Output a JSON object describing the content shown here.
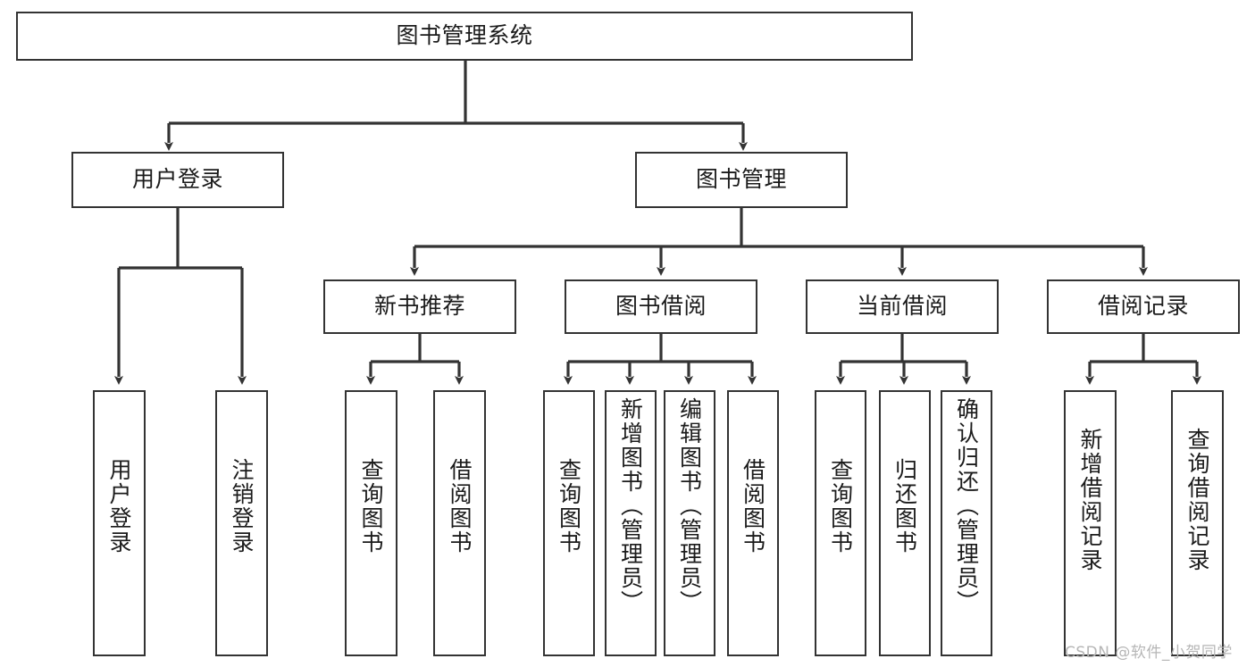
{
  "diagram": {
    "title": "图书管理系统",
    "type": "tree",
    "root": {
      "id": "root",
      "label": "图书管理系统"
    },
    "level2": [
      {
        "id": "user-login",
        "label": "用户登录"
      },
      {
        "id": "book-manage",
        "label": "图书管理"
      }
    ],
    "level3": [
      {
        "id": "new-book-rec",
        "label": "新书推荐",
        "parent": "book-manage"
      },
      {
        "id": "book-borrow",
        "label": "图书借阅",
        "parent": "book-manage"
      },
      {
        "id": "current-borrow",
        "label": "当前借阅",
        "parent": "book-manage"
      },
      {
        "id": "borrow-record",
        "label": "借阅记录",
        "parent": "book-manage"
      }
    ],
    "leaves": [
      {
        "id": "leaf-user-login",
        "label": "用户登录",
        "parent": "user-login"
      },
      {
        "id": "leaf-logout",
        "label": "注销登录",
        "parent": "user-login"
      },
      {
        "id": "leaf-query-book-1",
        "label": "查询图书",
        "parent": "new-book-rec"
      },
      {
        "id": "leaf-borrow-book-1",
        "label": "借阅图书",
        "parent": "new-book-rec"
      },
      {
        "id": "leaf-query-book-2",
        "label": "查询图书",
        "parent": "book-borrow"
      },
      {
        "id": "leaf-add-book",
        "label": "新增图书（管理员）",
        "parent": "book-borrow"
      },
      {
        "id": "leaf-edit-book",
        "label": "编辑图书（管理员）",
        "parent": "book-borrow"
      },
      {
        "id": "leaf-borrow-book-2",
        "label": "借阅图书",
        "parent": "book-borrow"
      },
      {
        "id": "leaf-query-book-3",
        "label": "查询图书",
        "parent": "current-borrow"
      },
      {
        "id": "leaf-return-book",
        "label": "归还图书",
        "parent": "current-borrow"
      },
      {
        "id": "leaf-confirm-return",
        "label": "确认归还（管理员）",
        "parent": "current-borrow"
      },
      {
        "id": "leaf-add-record",
        "label": "新增借阅记录",
        "parent": "borrow-record"
      },
      {
        "id": "leaf-query-record",
        "label": "查询借阅记录",
        "parent": "borrow-record"
      }
    ],
    "colors": {
      "stroke": "#333333",
      "fill": "#ffffff",
      "text": "#1b1b1b",
      "watermark": "#b6b6b6"
    }
  },
  "watermark": {
    "text": "CSDN @软件_小贺同学"
  }
}
